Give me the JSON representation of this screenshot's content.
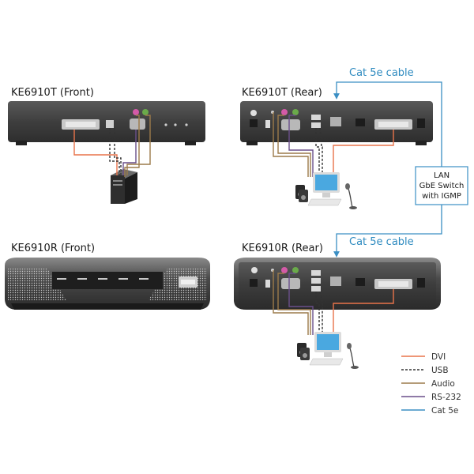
{
  "devices": {
    "tx_front": "KE6910T (Front)",
    "tx_rear": "KE6910T (Rear)",
    "rx_front": "KE6910R (Front)",
    "rx_rear": "KE6910R (Rear)"
  },
  "cables": {
    "top": "Cat 5e cable",
    "bottom": "Cat 5e cable"
  },
  "switch": {
    "line1": "LAN",
    "line2": "GbE Switch",
    "line3": "with IGMP"
  },
  "legend": [
    {
      "label": "DVI",
      "color": "#e8734a",
      "dashed": false
    },
    {
      "label": "USB",
      "color": "#333333",
      "dashed": true
    },
    {
      "label": "Audio",
      "color": "#9c7a4a",
      "dashed": false
    },
    {
      "label": "RS-232",
      "color": "#6a4f8a",
      "dashed": false
    },
    {
      "label": "Cat 5e",
      "color": "#3b8fc4",
      "dashed": false
    }
  ],
  "colors": {
    "chassis": "#4a4a4a",
    "cat5e": "#3b8fc4",
    "dvi": "#e8734a",
    "usb": "#333333",
    "audio": "#9c7a4a",
    "rs232": "#6a4f8a"
  }
}
